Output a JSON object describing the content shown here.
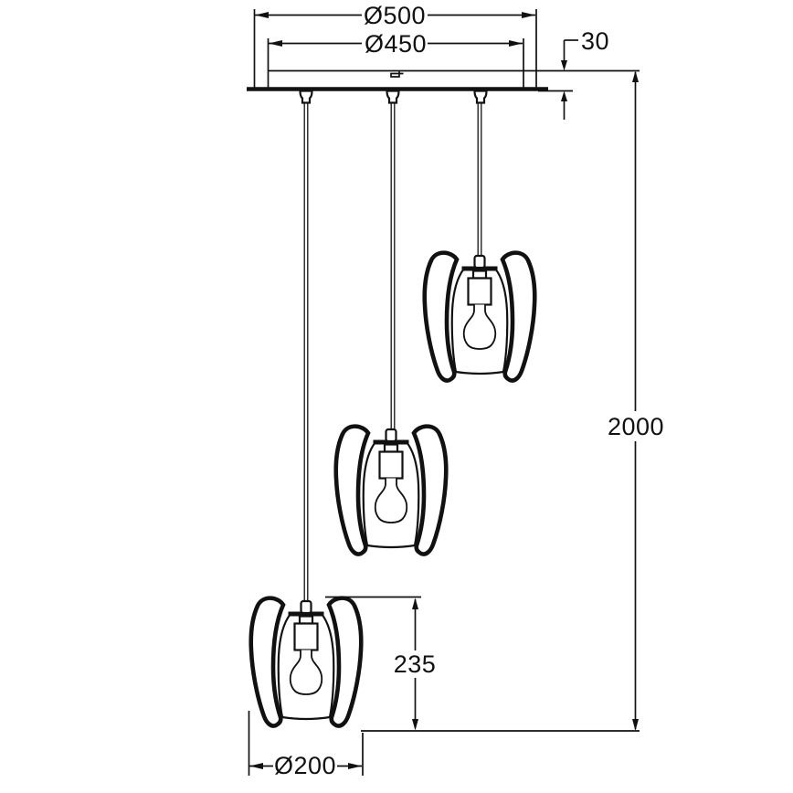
{
  "page": {
    "background": "#ffffff",
    "line_color": "#111111"
  },
  "drawing": {
    "type": "technical-dimension-drawing",
    "subject": "cascading pendant lamp with 3 winged glass shades",
    "lamp_count": 3,
    "labels": {
      "canopy_outer_diameter": "Ø500",
      "canopy_inner_diameter": "Ø450",
      "canopy_depth": "30",
      "suspension_length": "2000",
      "shade_height": "235",
      "shade_diameter": "Ø200"
    }
  }
}
